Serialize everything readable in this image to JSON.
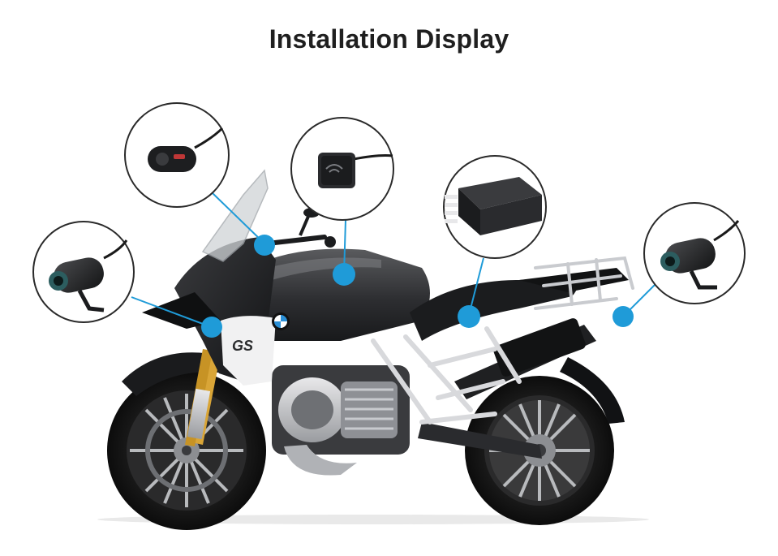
{
  "title": "Installation Display",
  "brand_text": "GS",
  "accent_color": "#1f9bd8",
  "callouts": [
    {
      "name": "remote-control",
      "icon": "remote-button-icon"
    },
    {
      "name": "wifi-module",
      "icon": "wifi-module-icon"
    },
    {
      "name": "dvr-host",
      "icon": "dvr-box-icon"
    },
    {
      "name": "front-camera",
      "icon": "bullet-camera-icon"
    },
    {
      "name": "rear-camera",
      "icon": "bullet-camera-icon"
    }
  ]
}
